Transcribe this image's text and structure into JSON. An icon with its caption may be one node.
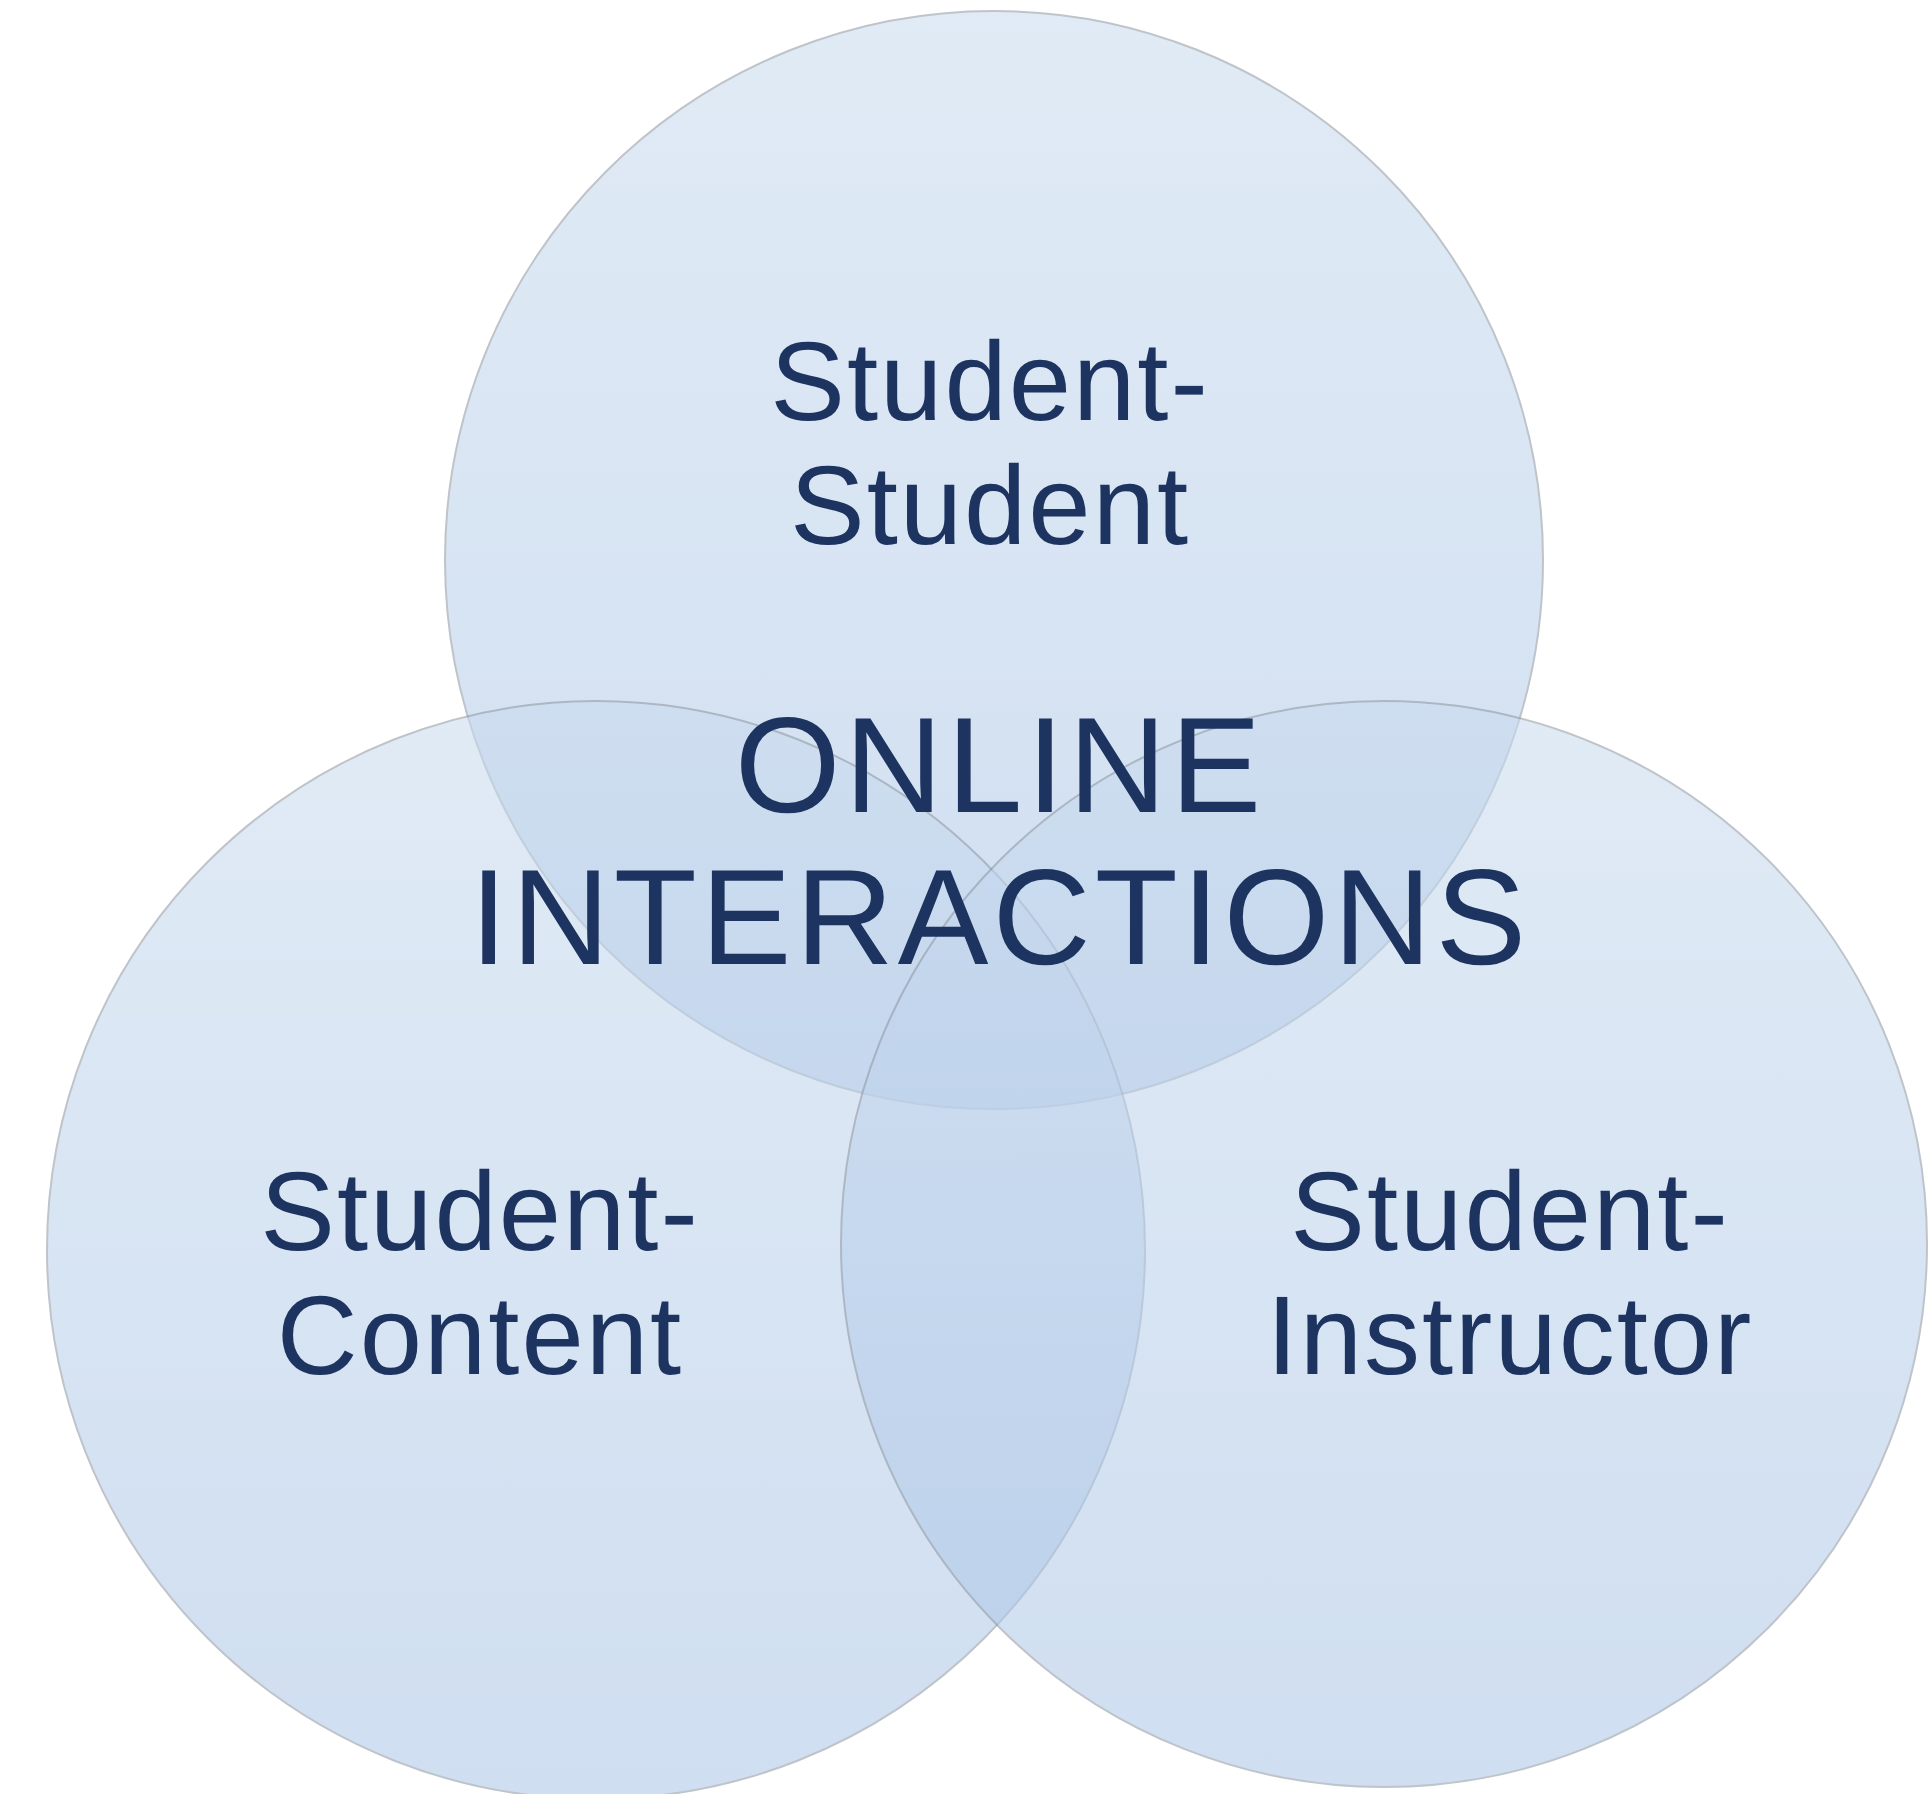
{
  "diagram": {
    "title": "ONLINE INTERACTIONS",
    "nodes": [
      {
        "text": [
          "Student-Student"
        ]
      },
      {
        "text": [
          "Student-Content"
        ]
      },
      {
        "text": [
          "Student-Instructor"
        ]
      }
    ]
  }
}
